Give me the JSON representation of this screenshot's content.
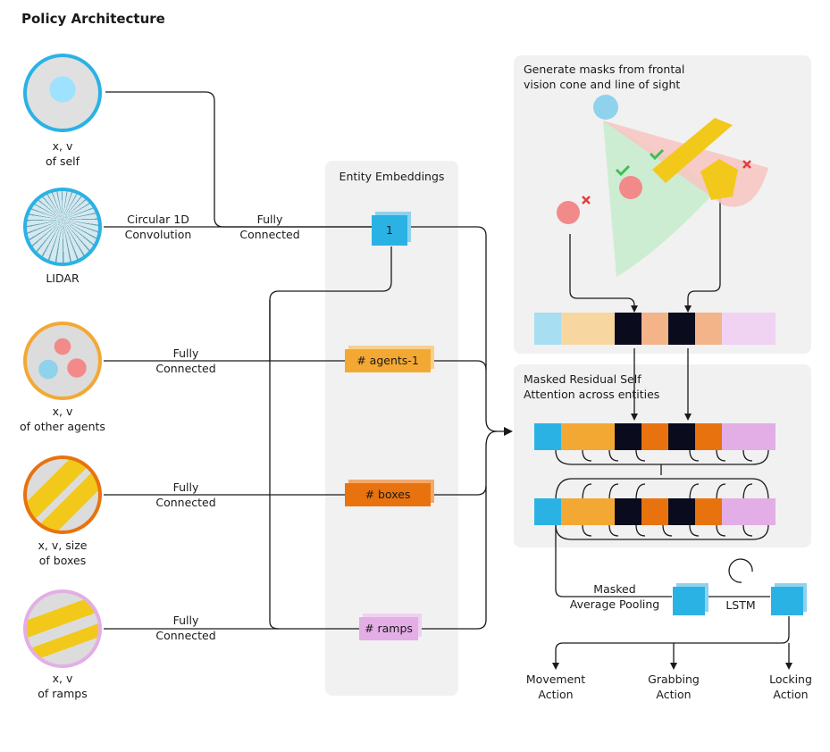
{
  "title": "Policy Architecture",
  "inputs": {
    "self": "x, v\nof self",
    "lidar": "LIDAR",
    "agents": "x, v\nof other agents",
    "boxes": "x, v, size\nof boxes",
    "ramps": "x, v\nof ramps"
  },
  "edges": {
    "circular": "Circular 1D\nConvolution",
    "fc_self": "Fully\nConnected",
    "fc_agents": "Fully\nConnected",
    "fc_boxes": "Fully\nConnected",
    "fc_ramps": "Fully\nConnected"
  },
  "embeddings": {
    "title": "Entity Embeddings",
    "self": "1",
    "agents": "# agents-1",
    "boxes": "# boxes",
    "ramps": "# ramps"
  },
  "mask_panel": {
    "title": "Generate masks from frontal\nvision cone and line of sight"
  },
  "attention_panel": {
    "title": "Masked Residual Self\nAttention across entities"
  },
  "pooling": "Masked\nAverage Pooling",
  "lstm": "LSTM",
  "actions": {
    "movement": "Movement\nAction",
    "grabbing": "Grabbing\nAction",
    "locking": "Locking\nAction"
  },
  "colors": {
    "self": "#2bb2e5",
    "agents": "#f4a834",
    "boxes": "#e8730e",
    "ramps": "#e3aee6",
    "masked": "#0b0b1e",
    "self_border": "#2bb2e5",
    "agents_border": "#f4a834",
    "boxes_border": "#e8730e",
    "ramps_border": "#e3aee6"
  }
}
